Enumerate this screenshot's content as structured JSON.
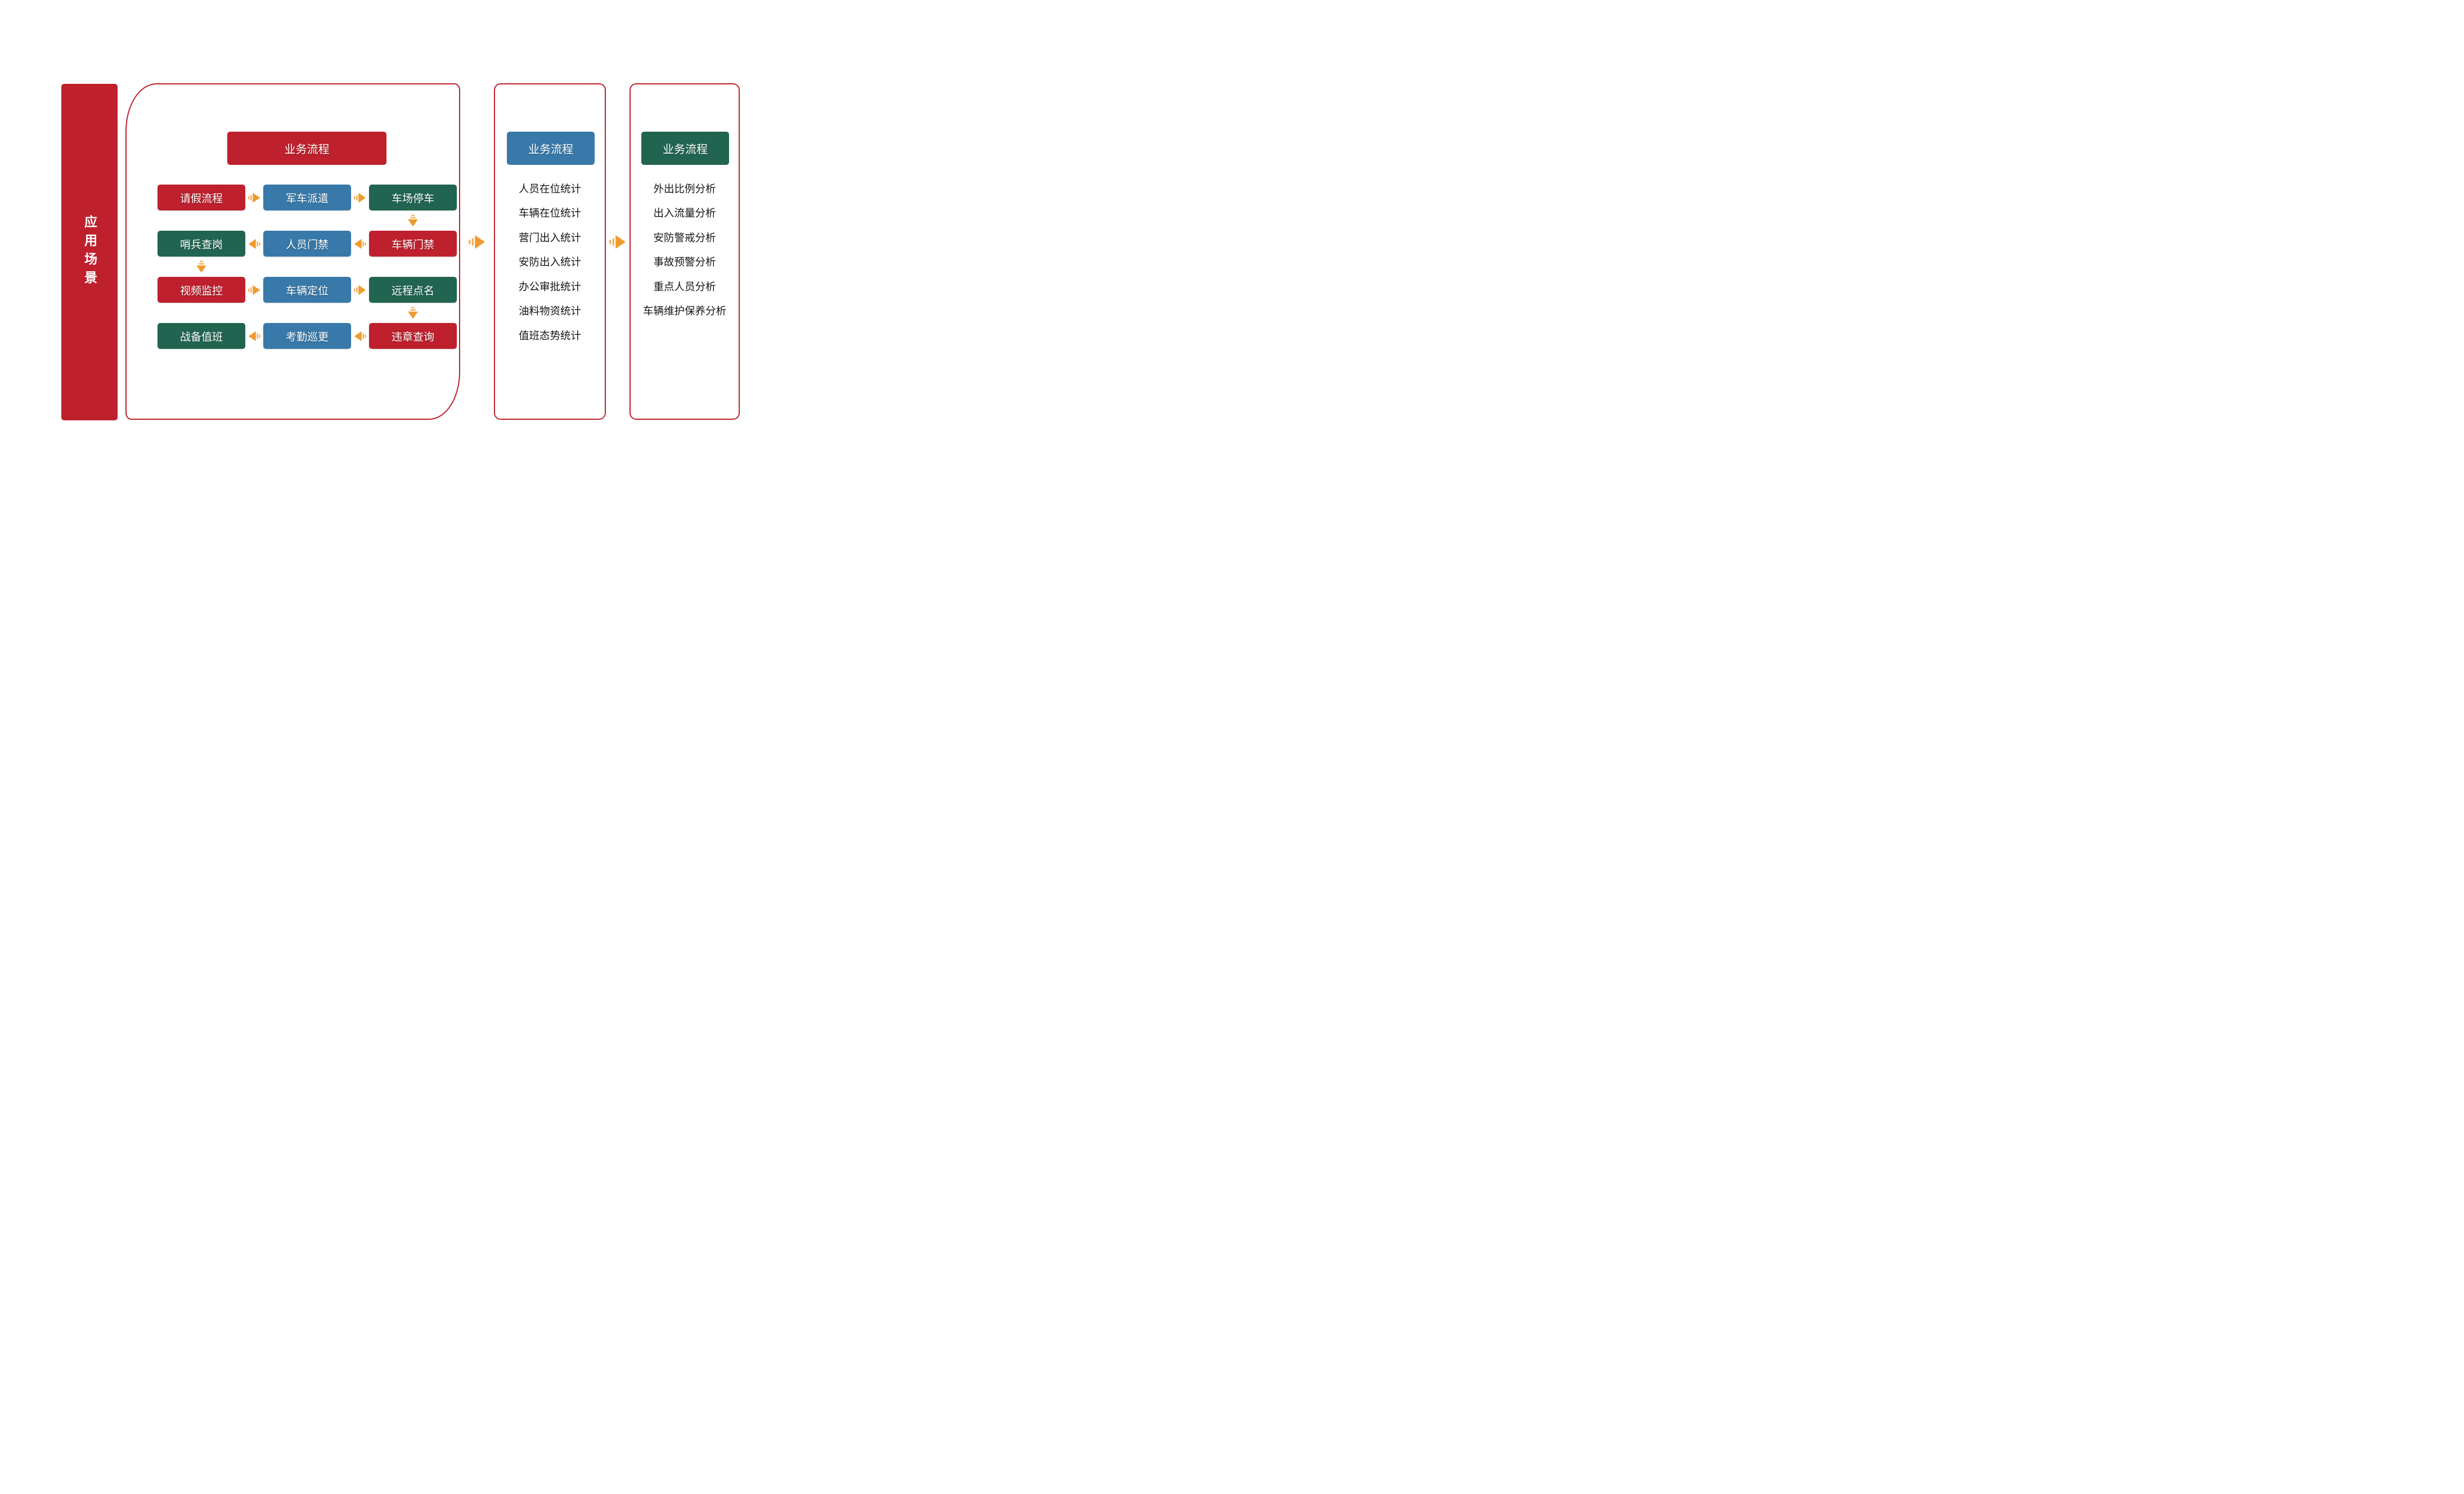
{
  "colors": {
    "red": "#BE202D",
    "blue": "#3879A9",
    "green": "#216551",
    "orange": "#F09A2F",
    "text": "#151515"
  },
  "sidebar": {
    "title": "应用场景"
  },
  "panel1": {
    "header": "业务流程",
    "rows": [
      {
        "direction": "right",
        "boxes": [
          {
            "label": "请假流程",
            "color": "red"
          },
          {
            "label": "军车派遣",
            "color": "blue"
          },
          {
            "label": "车场停车",
            "color": "green"
          }
        ]
      },
      {
        "direction": "left",
        "boxes": [
          {
            "label": "哨兵查岗",
            "color": "green"
          },
          {
            "label": "人员门禁",
            "color": "blue"
          },
          {
            "label": "车辆门禁",
            "color": "red"
          }
        ]
      },
      {
        "direction": "right",
        "boxes": [
          {
            "label": "视频监控",
            "color": "red"
          },
          {
            "label": "车辆定位",
            "color": "blue"
          },
          {
            "label": "远程点名",
            "color": "green"
          }
        ]
      },
      {
        "direction": "left",
        "boxes": [
          {
            "label": "战备值班",
            "color": "green"
          },
          {
            "label": "考勤巡更",
            "color": "blue"
          },
          {
            "label": "违章查询",
            "color": "red"
          }
        ]
      }
    ],
    "down_arrows": [
      {
        "after_row": 1,
        "col": 3
      },
      {
        "after_row": 2,
        "col": 1
      },
      {
        "after_row": 3,
        "col": 3
      }
    ]
  },
  "panel2": {
    "header": "业务流程",
    "items": [
      "人员在位统计",
      "车辆在位统计",
      "营门出入统计",
      "安防出入统计",
      "办公审批统计",
      "油料物资统计",
      "值班态势统计"
    ]
  },
  "panel3": {
    "header": "业务流程",
    "items": [
      "外出比例分析",
      "出入流量分析",
      "安防警戒分析",
      "事故预警分析",
      "重点人员分析",
      "车辆维护保养分析"
    ]
  }
}
